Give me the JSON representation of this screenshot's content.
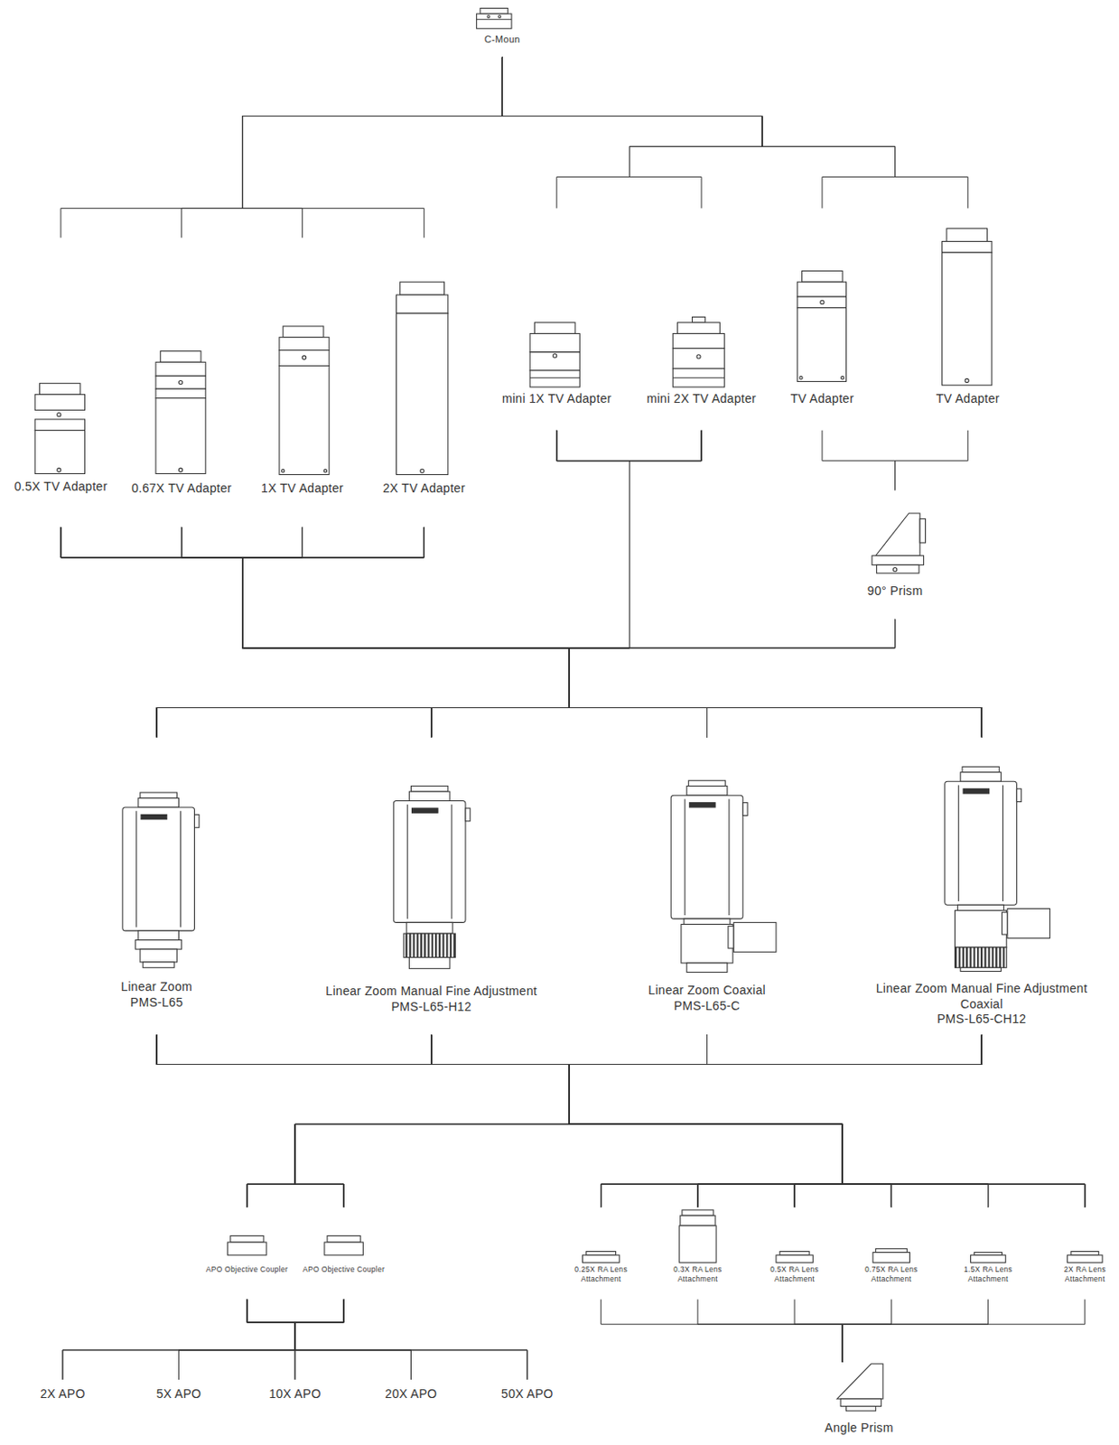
{
  "diagram": {
    "nodes": [
      {
        "text": [
          "C-Moun"
        ]
      },
      {
        "text": [
          "0.5X TV Adapter"
        ]
      },
      {
        "text": [
          "0.67X TV Adapter"
        ]
      },
      {
        "text": [
          "1X TV Adapter"
        ]
      },
      {
        "text": [
          "2X TV Adapter"
        ]
      },
      {
        "text": [
          "mini 1X TV Adapter"
        ]
      },
      {
        "text": [
          "mini 2X TV Adapter"
        ]
      },
      {
        "text": [
          "TV Adapter"
        ]
      },
      {
        "text": [
          "TV Adapter"
        ]
      },
      {
        "text": [
          "90° Prism"
        ]
      },
      {
        "text": [
          "Linear Zoom",
          "PMS-L65"
        ]
      },
      {
        "text": [
          "Linear Zoom Manual Fine Adjustment",
          "PMS-L65-H12"
        ]
      },
      {
        "text": [
          "Linear Zoom Coaxial",
          "PMS-L65-C"
        ]
      },
      {
        "text": [
          "Linear Zoom Manual Fine Adjustment Coaxial",
          "PMS-L65-CH12"
        ]
      },
      {
        "text": [
          "APO Objective Coupler"
        ]
      },
      {
        "text": [
          "APO Objective Coupler"
        ]
      },
      {
        "text": [
          "0.25X RA Lens Attachment"
        ]
      },
      {
        "text": [
          "0.3X RA Lens Attachment"
        ]
      },
      {
        "text": [
          "0.5X RA Lens Attachment"
        ]
      },
      {
        "text": [
          "0.75X RA Lens Attachment"
        ]
      },
      {
        "text": [
          "1.5X RA Lens Attachment"
        ]
      },
      {
        "text": [
          "2X RA Lens Attachment"
        ]
      },
      {
        "text": [
          "2X APO"
        ]
      },
      {
        "text": [
          "5X APO"
        ]
      },
      {
        "text": [
          "10X APO"
        ]
      },
      {
        "text": [
          "20X APO"
        ]
      },
      {
        "text": [
          "50X APO"
        ]
      },
      {
        "text": [
          "Angle Prism"
        ]
      }
    ],
    "edges": [
      {
        "from": 0,
        "to": 1,
        "arrow": "none"
      },
      {
        "from": 0,
        "to": 2,
        "arrow": "none"
      },
      {
        "from": 0,
        "to": 3,
        "arrow": "none"
      },
      {
        "from": 0,
        "to": 4,
        "arrow": "none"
      },
      {
        "from": 0,
        "to": 5,
        "arrow": "none"
      },
      {
        "from": 0,
        "to": 6,
        "arrow": "none"
      },
      {
        "from": 0,
        "to": 7,
        "arrow": "none"
      },
      {
        "from": 0,
        "to": 8,
        "arrow": "none"
      },
      {
        "from": 1,
        "to": 10,
        "arrow": "none"
      },
      {
        "from": 1,
        "to": 11,
        "arrow": "none"
      },
      {
        "from": 1,
        "to": 12,
        "arrow": "none"
      },
      {
        "from": 1,
        "to": 13,
        "arrow": "none"
      },
      {
        "from": 2,
        "to": 10,
        "arrow": "none"
      },
      {
        "from": 2,
        "to": 11,
        "arrow": "none"
      },
      {
        "from": 2,
        "to": 12,
        "arrow": "none"
      },
      {
        "from": 2,
        "to": 13,
        "arrow": "none"
      },
      {
        "from": 3,
        "to": 10,
        "arrow": "none"
      },
      {
        "from": 3,
        "to": 11,
        "arrow": "none"
      },
      {
        "from": 3,
        "to": 12,
        "arrow": "none"
      },
      {
        "from": 3,
        "to": 13,
        "arrow": "none"
      },
      {
        "from": 4,
        "to": 10,
        "arrow": "none"
      },
      {
        "from": 4,
        "to": 11,
        "arrow": "none"
      },
      {
        "from": 4,
        "to": 12,
        "arrow": "none"
      },
      {
        "from": 4,
        "to": 13,
        "arrow": "none"
      },
      {
        "from": 5,
        "to": 10,
        "arrow": "none"
      },
      {
        "from": 5,
        "to": 11,
        "arrow": "none"
      },
      {
        "from": 5,
        "to": 12,
        "arrow": "none"
      },
      {
        "from": 5,
        "to": 13,
        "arrow": "none"
      },
      {
        "from": 6,
        "to": 10,
        "arrow": "none"
      },
      {
        "from": 6,
        "to": 11,
        "arrow": "none"
      },
      {
        "from": 6,
        "to": 12,
        "arrow": "none"
      },
      {
        "from": 6,
        "to": 13,
        "arrow": "none"
      },
      {
        "from": 7,
        "to": 9,
        "arrow": "none"
      },
      {
        "from": 8,
        "to": 9,
        "arrow": "none"
      },
      {
        "from": 9,
        "to": 10,
        "arrow": "none"
      },
      {
        "from": 9,
        "to": 11,
        "arrow": "none"
      },
      {
        "from": 9,
        "to": 12,
        "arrow": "none"
      },
      {
        "from": 9,
        "to": 13,
        "arrow": "none"
      },
      {
        "from": 10,
        "to": 14,
        "arrow": "none"
      },
      {
        "from": 10,
        "to": 15,
        "arrow": "none"
      },
      {
        "from": 10,
        "to": 16,
        "arrow": "none"
      },
      {
        "from": 10,
        "to": 17,
        "arrow": "none"
      },
      {
        "from": 10,
        "to": 18,
        "arrow": "none"
      },
      {
        "from": 10,
        "to": 19,
        "arrow": "none"
      },
      {
        "from": 10,
        "to": 20,
        "arrow": "none"
      },
      {
        "from": 10,
        "to": 21,
        "arrow": "none"
      },
      {
        "from": 11,
        "to": 14,
        "arrow": "none"
      },
      {
        "from": 11,
        "to": 15,
        "arrow": "none"
      },
      {
        "from": 11,
        "to": 16,
        "arrow": "none"
      },
      {
        "from": 11,
        "to": 17,
        "arrow": "none"
      },
      {
        "from": 11,
        "to": 18,
        "arrow": "none"
      },
      {
        "from": 11,
        "to": 19,
        "arrow": "none"
      },
      {
        "from": 11,
        "to": 20,
        "arrow": "none"
      },
      {
        "from": 11,
        "to": 21,
        "arrow": "none"
      },
      {
        "from": 12,
        "to": 14,
        "arrow": "none"
      },
      {
        "from": 12,
        "to": 15,
        "arrow": "none"
      },
      {
        "from": 12,
        "to": 16,
        "arrow": "none"
      },
      {
        "from": 12,
        "to": 17,
        "arrow": "none"
      },
      {
        "from": 12,
        "to": 18,
        "arrow": "none"
      },
      {
        "from": 12,
        "to": 19,
        "arrow": "none"
      },
      {
        "from": 12,
        "to": 20,
        "arrow": "none"
      },
      {
        "from": 12,
        "to": 21,
        "arrow": "none"
      },
      {
        "from": 13,
        "to": 14,
        "arrow": "none"
      },
      {
        "from": 13,
        "to": 15,
        "arrow": "none"
      },
      {
        "from": 13,
        "to": 16,
        "arrow": "none"
      },
      {
        "from": 13,
        "to": 17,
        "arrow": "none"
      },
      {
        "from": 13,
        "to": 18,
        "arrow": "none"
      },
      {
        "from": 13,
        "to": 19,
        "arrow": "none"
      },
      {
        "from": 13,
        "to": 20,
        "arrow": "none"
      },
      {
        "from": 13,
        "to": 21,
        "arrow": "none"
      },
      {
        "from": 14,
        "to": 22,
        "arrow": "none"
      },
      {
        "from": 14,
        "to": 23,
        "arrow": "none"
      },
      {
        "from": 14,
        "to": 24,
        "arrow": "none"
      },
      {
        "from": 14,
        "to": 25,
        "arrow": "none"
      },
      {
        "from": 14,
        "to": 26,
        "arrow": "none"
      },
      {
        "from": 15,
        "to": 22,
        "arrow": "none"
      },
      {
        "from": 15,
        "to": 23,
        "arrow": "none"
      },
      {
        "from": 15,
        "to": 24,
        "arrow": "none"
      },
      {
        "from": 15,
        "to": 25,
        "arrow": "none"
      },
      {
        "from": 15,
        "to": 26,
        "arrow": "none"
      },
      {
        "from": 16,
        "to": 27,
        "arrow": "none"
      },
      {
        "from": 17,
        "to": 27,
        "arrow": "none"
      },
      {
        "from": 18,
        "to": 27,
        "arrow": "none"
      },
      {
        "from": 19,
        "to": 27,
        "arrow": "none"
      },
      {
        "from": 20,
        "to": 27,
        "arrow": "none"
      },
      {
        "from": 21,
        "to": 27,
        "arrow": "none"
      }
    ]
  }
}
